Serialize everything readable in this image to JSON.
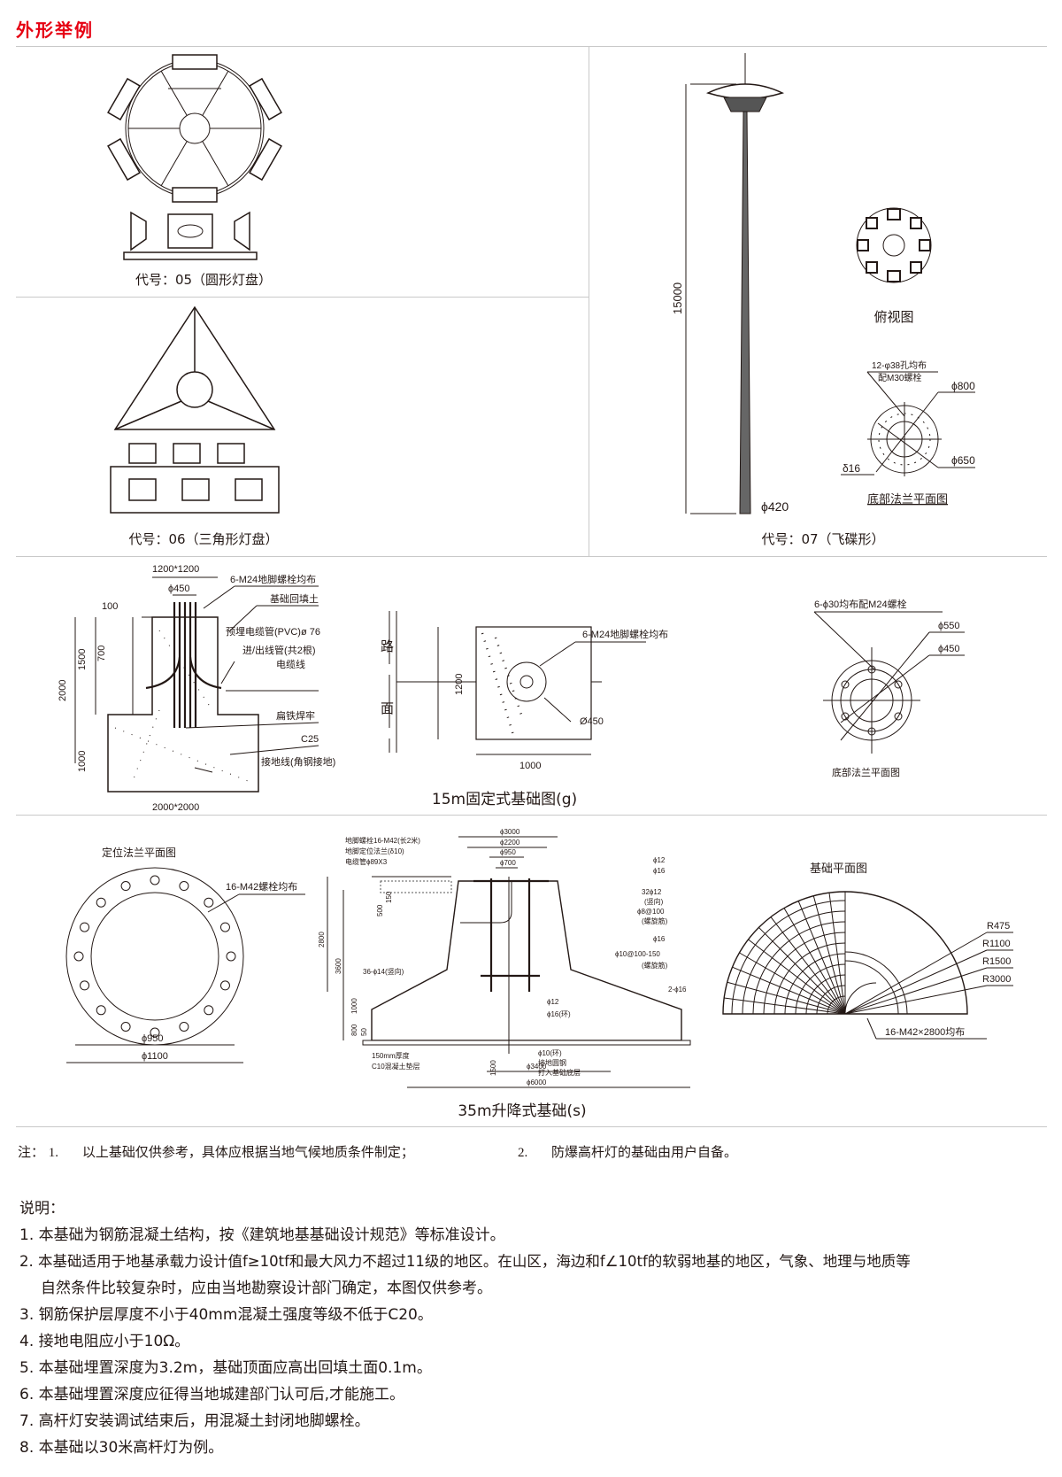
{
  "section_title": "外形举例",
  "accent_color": "#e60012",
  "examples": [
    {
      "caption": "代号：05（圆形灯盘）"
    },
    {
      "caption": "代号：06（三角形灯盘）"
    },
    {
      "caption": "代号：07（飞碟形）",
      "height_dim": "15000",
      "base_dim": "ϕ420",
      "top_view_label": "俯视图",
      "flange": {
        "title": "底部法兰平面图",
        "holes": "12-φ38孔均布",
        "bolts": "配M30螺栓",
        "outer": "ϕ800",
        "inner": "ϕ650",
        "thickness": "δ16"
      }
    }
  ],
  "fixed_foundation": {
    "title": "15m固定式基础图(g)",
    "section": {
      "top_dim": "1200*1200",
      "pipe_dim": "ϕ450",
      "dim_100": "100",
      "dim_700": "700",
      "dim_1500": "1500",
      "dim_2000": "2000",
      "dim_1000": "1000",
      "bottom_dim": "2000*2000",
      "labels": [
        "6-M24地脚螺栓均布",
        "基础回填土",
        "预埋电缆管(PVC)ø 76",
        "进/出线管(共2根)",
        "电缆线",
        "扁铁焊牢",
        "C25",
        "接地线(角钢接地)"
      ]
    },
    "plan": {
      "road_1": "路",
      "road_2": "面",
      "height": "1200",
      "width": "1000",
      "bolts": "6-M24地脚螺栓均布",
      "dia": "Ø450"
    },
    "flange": {
      "title": "底部法兰平面图",
      "holes": "6-ϕ30均布配M24螺栓",
      "outer": "ϕ550",
      "inner": "ϕ450"
    }
  },
  "lift_foundation": {
    "title": "35m升降式基础(s)",
    "positioning_flange": {
      "title": "定位法兰平面图",
      "bolts": "16-M42螺栓均布",
      "inner": "ϕ950",
      "outer": "ϕ1100"
    },
    "section": {
      "left_labels": [
        "地脚螺栓16-M42(长2米)",
        "地脚定位法兰(δ10)",
        "电缆管ϕ89X3"
      ],
      "top_dims": [
        "ϕ3000",
        "ϕ2200",
        "ϕ950",
        "ϕ700"
      ],
      "right_labels": [
        "ϕ12",
        "ϕ16",
        "32ϕ12",
        "(竖向)",
        "ϕ8@100",
        "(螺旋筋)",
        "ϕ16",
        "ϕ10@100-150",
        "(螺旋筋)",
        "2-ϕ16"
      ],
      "vert_dims": [
        "2800",
        "3600",
        "500",
        "150",
        "1000",
        "800",
        "50",
        "1500"
      ],
      "mid_labels": [
        "36-ϕ14(竖向)",
        "ϕ12",
        "ϕ16(环)",
        "ϕ10(环)",
        "接地圆钢",
        "打入基础底层"
      ],
      "pad_labels": [
        "150mm厚度",
        "C10混凝土垫层"
      ],
      "bottom_dims": [
        "ϕ3400",
        "ϕ6000"
      ]
    },
    "plan": {
      "title": "基础平面图",
      "radii": [
        "R475",
        "R1100",
        "R1500",
        "R3000"
      ],
      "bolts": "16-M42×2800均布"
    }
  },
  "notes": {
    "prefix": "注：",
    "items": [
      {
        "num": "1.",
        "text": "以上基础仅供参考，具体应根据当地气候地质条件制定；"
      },
      {
        "num": "2.",
        "text": "防爆高杆灯的基础由用户自备。"
      }
    ]
  },
  "explanation": {
    "title": "说明：",
    "items": [
      "1. 本基础为钢筋混凝土结构，按《建筑地基基础设计规范》等标准设计。",
      "2. 本基础适用于地基承载力设计值f≥10tf和最大风力不超过11级的地区。在山区，海边和f∠10tf的软弱地基的地区，气象、地理与地质等",
      "自然条件比较复杂时，应由当地勘察设计部门确定，本图仅供参考。",
      "3. 钢筋保护层厚度不小于40mm混凝土强度等级不低于C20。",
      "4. 接地电阻应小于10Ω。",
      "5. 本基础埋置深度为3.2m，基础顶面应高出回填土面0.1m。",
      "6. 本基础埋置深度应征得当地城建部门认可后,才能施工。",
      "7. 高杆灯安装调试结束后，用混凝土封闭地脚螺栓。",
      "8. 本基础以30米高杆灯为例。"
    ]
  }
}
